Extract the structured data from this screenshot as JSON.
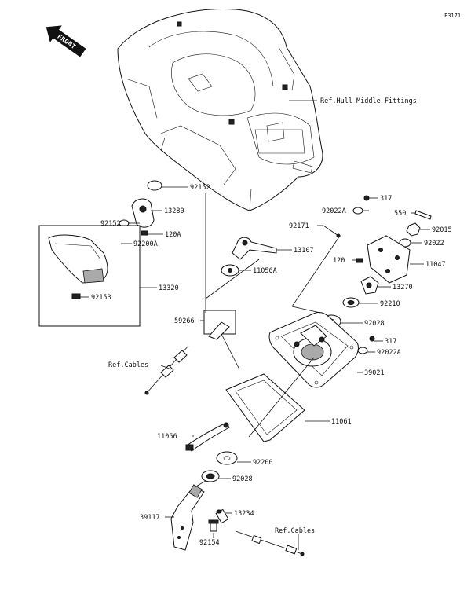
{
  "figure_id": "F3171",
  "front_label": "FRONT",
  "labels": [
    {
      "id": "ref-hull",
      "text": "Ref.Hull Middle Fittings"
    },
    {
      "id": "p92152a",
      "text": "92152"
    },
    {
      "id": "p13280",
      "text": "13280"
    },
    {
      "id": "p92152b",
      "text": "92152"
    },
    {
      "id": "p120a",
      "text": "120A"
    },
    {
      "id": "p92200a",
      "text": "92200A"
    },
    {
      "id": "p13320",
      "text": "13320"
    },
    {
      "id": "p92153",
      "text": "92153"
    },
    {
      "id": "p13107",
      "text": "13107"
    },
    {
      "id": "p11056a",
      "text": "11056A"
    },
    {
      "id": "p59266",
      "text": "59266"
    },
    {
      "id": "ref-cables-1",
      "text": "Ref.Cables"
    },
    {
      "id": "p317a",
      "text": "317"
    },
    {
      "id": "p92022a-top",
      "text": "92022A"
    },
    {
      "id": "p92171",
      "text": "92171"
    },
    {
      "id": "p550",
      "text": "550"
    },
    {
      "id": "p92015",
      "text": "92015"
    },
    {
      "id": "p92022",
      "text": "92022"
    },
    {
      "id": "p120",
      "text": "120"
    },
    {
      "id": "p11047",
      "text": "11047"
    },
    {
      "id": "p13270",
      "text": "13270"
    },
    {
      "id": "p92210",
      "text": "92210"
    },
    {
      "id": "p92028a",
      "text": "92028"
    },
    {
      "id": "p317b",
      "text": "317"
    },
    {
      "id": "p92022a-bottom",
      "text": "92022A"
    },
    {
      "id": "p39021",
      "text": "39021"
    },
    {
      "id": "p11061",
      "text": "11061"
    },
    {
      "id": "p11056",
      "text": "11056"
    },
    {
      "id": "p92200",
      "text": "92200"
    },
    {
      "id": "p92028b",
      "text": "92028"
    },
    {
      "id": "p39117",
      "text": "39117"
    },
    {
      "id": "p13234",
      "text": "13234"
    },
    {
      "id": "p92154",
      "text": "92154"
    },
    {
      "id": "ref-cables-2",
      "text": "Ref.Cables"
    }
  ]
}
